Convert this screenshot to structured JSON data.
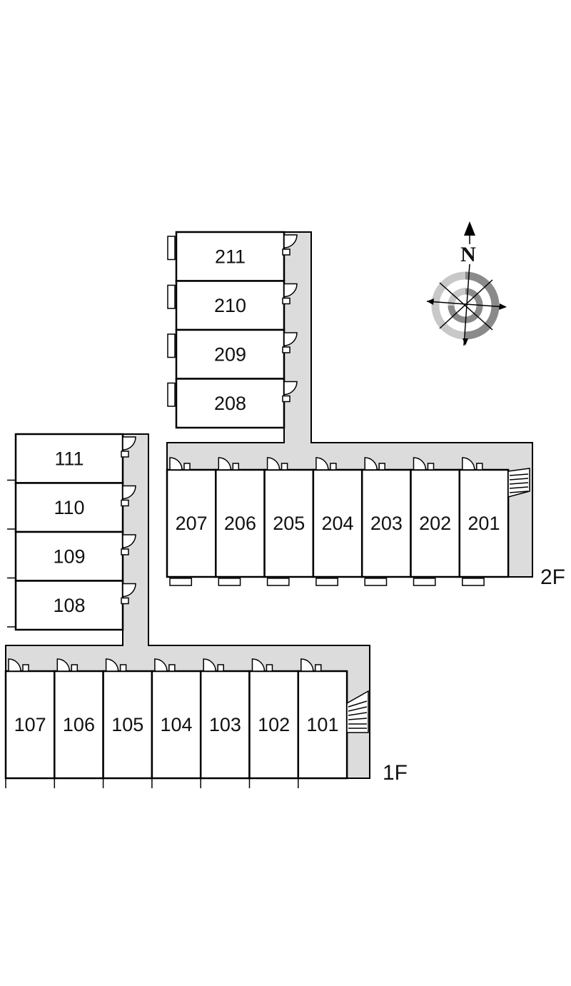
{
  "floors": {
    "first": {
      "label": "1F",
      "wing_rooms": [
        "111",
        "110",
        "109",
        "108"
      ],
      "row_rooms": [
        "107",
        "106",
        "105",
        "104",
        "103",
        "102",
        "101"
      ]
    },
    "second": {
      "label": "2F",
      "wing_rooms": [
        "211",
        "210",
        "209",
        "208"
      ],
      "row_rooms": [
        "207",
        "206",
        "205",
        "204",
        "203",
        "202",
        "201"
      ]
    }
  },
  "compass": {
    "north_label": "N",
    "icon": "compass-rose-icon",
    "ring_colors": [
      "#c8c8c8",
      "#8a8a8a"
    ]
  },
  "colors": {
    "corridor": "#dcdcdc",
    "wall": "#000000"
  }
}
